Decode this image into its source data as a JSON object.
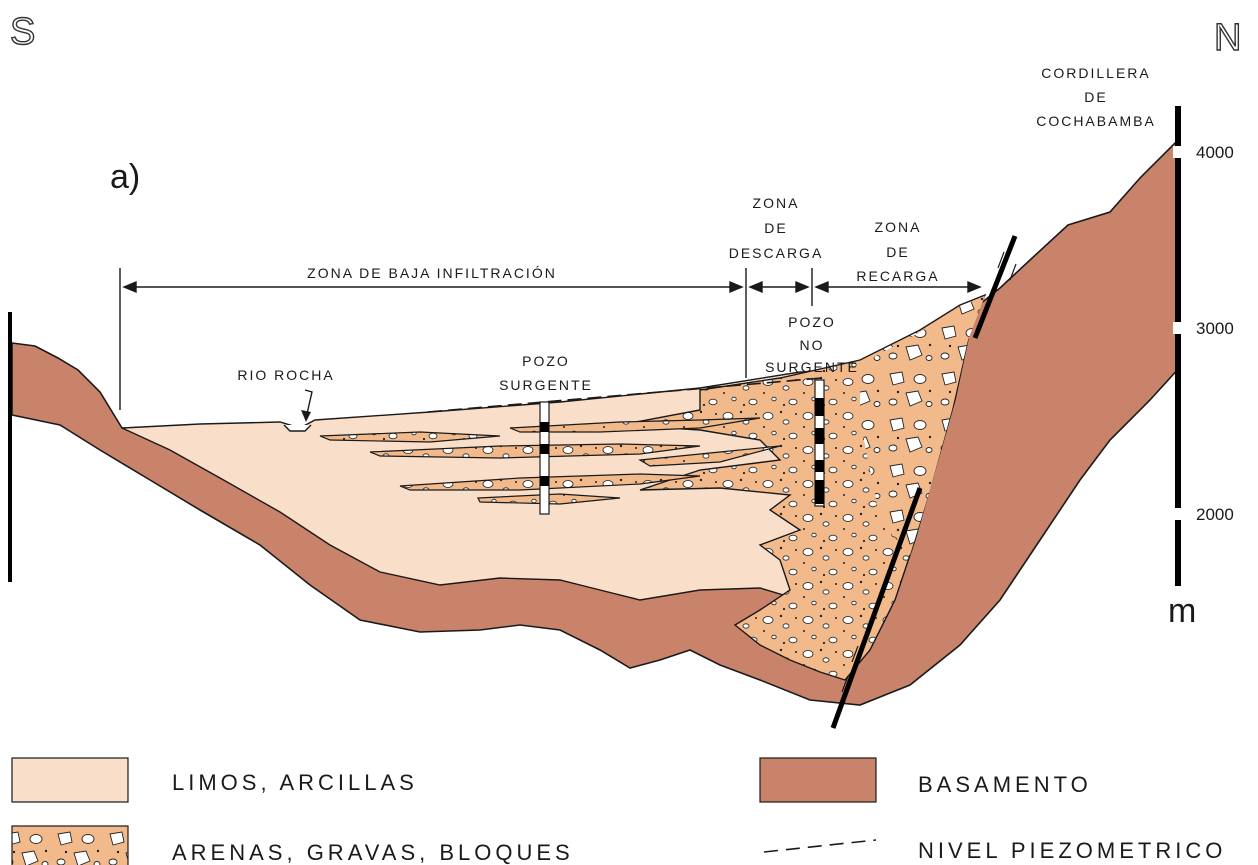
{
  "compass": {
    "south": "S",
    "north": "N"
  },
  "panel_label": "a)",
  "mountain_label": [
    "CORDILLERA",
    "DE",
    "COCHABAMBA"
  ],
  "zones": {
    "low_infiltration": "ZONA DE BAJA INFILTRACIÓN",
    "discharge": [
      "ZONA",
      "DE",
      "DESCARGA"
    ],
    "recharge": [
      "ZONA",
      "DE",
      "RECARGA"
    ]
  },
  "river_label": "RIO ROCHA",
  "wells": {
    "artesian": [
      "POZO",
      "SURGENTE"
    ],
    "non_artesian": [
      "POZO",
      "NO",
      "SURGENTE"
    ]
  },
  "scale": {
    "ticks": [
      "4000",
      "3000",
      "2000"
    ],
    "unit": "m"
  },
  "legend": [
    {
      "label": "LIMOS, ARCILLAS",
      "color": "#f9dfc9"
    },
    {
      "label": "ARENAS, GRAVAS, BLOQUES",
      "color": "#f2b98b"
    },
    {
      "label": "BASAMENTO",
      "color": "#c9836b"
    },
    {
      "label": "NIVEL PIEZOMETRICO"
    }
  ],
  "colors": {
    "basement": "#c9836b",
    "silt_clay": "#f9dfc9",
    "sand_gravel": "#f2b98b",
    "outline": "#1a1a1a"
  }
}
